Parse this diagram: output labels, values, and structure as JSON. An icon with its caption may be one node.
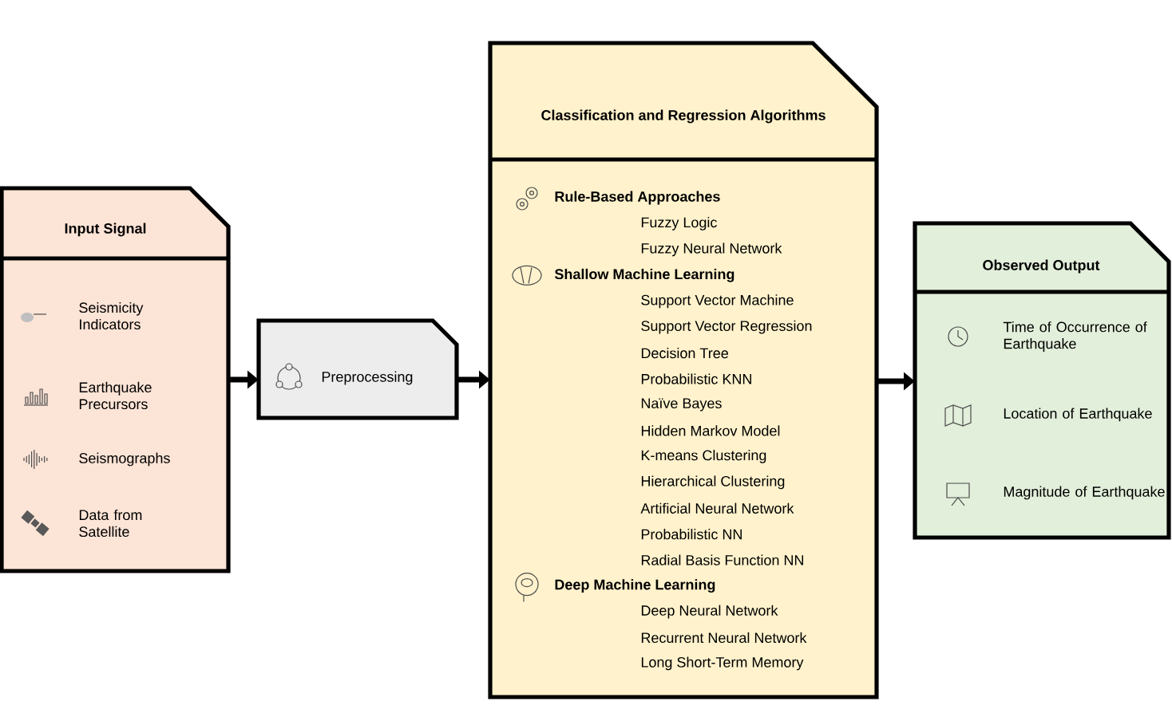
{
  "diagram": {
    "nodes": [
      {
        "text": [
          "Input Signal",
          "Seismicity Indicators",
          "Earthquake Precursors",
          "Seismographs",
          "Data from Satellite"
        ]
      },
      {
        "text": [
          "Preprocessing"
        ]
      },
      {
        "text": [
          "Classification and Regression Algorithms",
          "Rule-Based Approaches",
          "Fuzzy Logic",
          "Fuzzy Neural Network",
          "Shallow Machine Learning",
          "Support Vector Machine",
          "Support Vector Regression",
          "Decision Tree",
          "Probabilistic KNN",
          "Naïve Bayes",
          "Hidden Markov Model",
          "K-means Clustering",
          "Hierarchical Clustering",
          "Artificial Neural Network",
          "Probabilistic NN",
          "Radial Basis Function NN",
          "Deep Machine Learning",
          "Deep Neural Network",
          "Recurrent Neural Network",
          "Long Short-Term Memory"
        ]
      },
      {
        "text": [
          "Observed Output",
          "Time of Occurrence of Earthquake",
          "Location of Earthquake",
          "Magnitude of Earthquake"
        ]
      }
    ],
    "edges": [
      {
        "from": 0,
        "to": 1,
        "arrow": "to"
      },
      {
        "from": 1,
        "to": 2,
        "arrow": "to"
      },
      {
        "from": 2,
        "to": 3,
        "arrow": "to"
      }
    ]
  }
}
